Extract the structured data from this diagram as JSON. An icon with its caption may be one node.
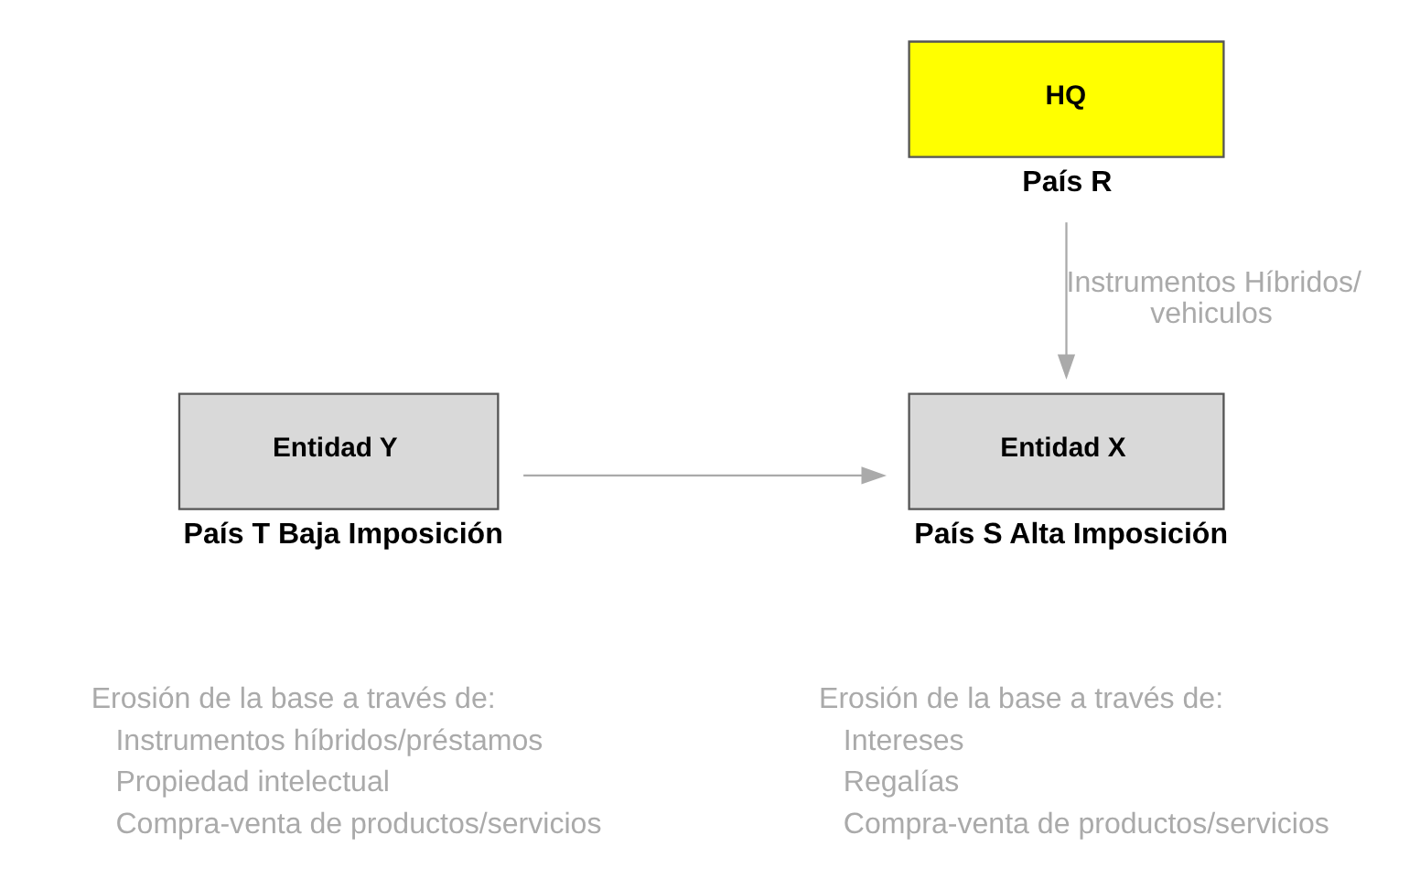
{
  "diagram": {
    "nodes": [
      {
        "text": [
          "HQ"
        ],
        "beside": [
          "País R"
        ]
      },
      {
        "text": [
          "Entidad Y"
        ],
        "beside": [
          "País T Baja Imposición"
        ]
      },
      {
        "text": [
          "Entidad X"
        ],
        "beside": [
          "País S Alta Imposición"
        ]
      }
    ],
    "edges": [
      {
        "from": 0,
        "to": 2,
        "arrow": "to",
        "label": "Instrumentos Híbridos/ vehiculos"
      },
      {
        "from": 1,
        "to": 2,
        "arrow": "to"
      }
    ],
    "labels": [
      "Erosión de la base a través de:",
      "Instrumentos híbridos/préstamos",
      "Propiedad intelectual",
      "Compra-venta de productos/servicios",
      "Erosión de la base a través de:",
      "Intereses",
      "Regalías",
      "Compra-venta de productos/servicios"
    ]
  }
}
